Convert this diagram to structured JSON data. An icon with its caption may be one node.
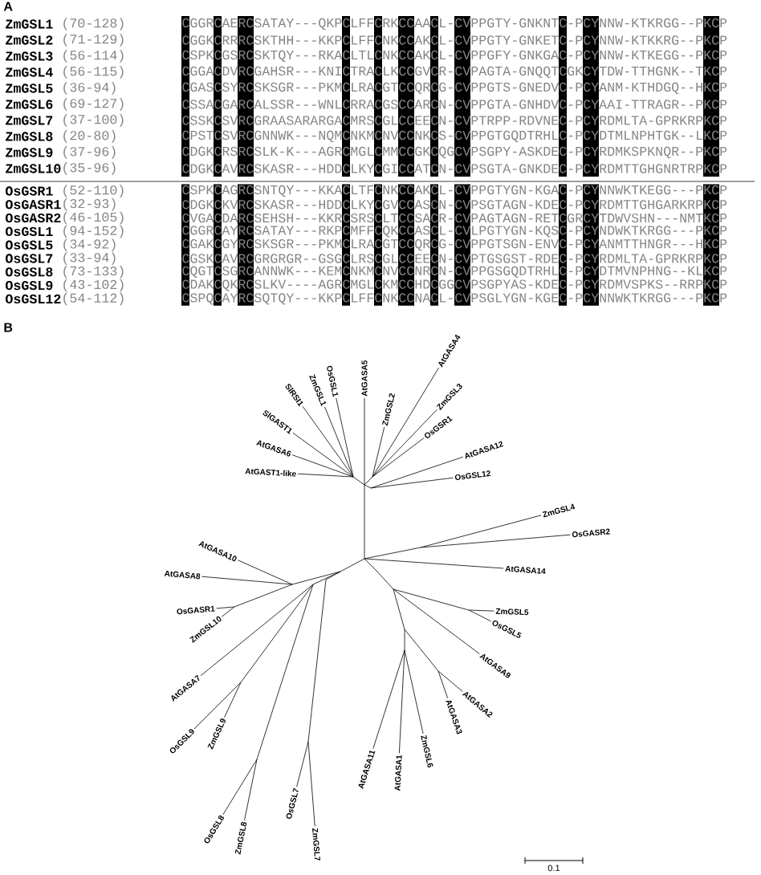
{
  "diagram": {
    "labels": [
      "A",
      "ZmGSL1",
      "(70-128)",
      "CGGRCAERCSATAY---QKPCLFFCRKCCAACL-CVPPGTY-GNKNTC-PCYNNW-KTKRGG--PKCP",
      "ZmGSL2",
      "(71-129)",
      "CGGKCRRRCSKTHH---KKPCLFFCNKCCAKCL-CVPPGTY-GNKETC-PCYNNW-KTKKRG--PKCP",
      "ZmGSL3",
      "(56-114)",
      "CSPKCGSRCSKTQY---RKACLTLCNKCCAKCL-CVPPGFY-GNKGAC-PCYNNW-KTKEGG--PKCP",
      "ZmGSL4",
      "(56-115)",
      "CGGACDVRCGAHSR---KNICTRACLKCCGVCR-CVPAGTA-GNQQTCGKCYTDW-TTHGNK--TKCP",
      "ZmGSL5",
      "(36-94)",
      "CGASCSYRCSKSGR---PKMCLRACGTCCQRCG-CVPPGTS-GNEDVC-PCYANM-KTHDGQ--HKCP",
      "ZmGSL6",
      "(69-127)",
      "CSSACGARCALSSR---WNLCRRACGSCCARCN-CVPPGTA-GNHDVC-PCYAAI-TTRAGR--PKCP",
      "ZmGSL7",
      "(37-100)",
      "CSSKCSVRCGRAASARARGACMRSCGLCCEECN-CVPTRPP-RDVNEC-PCYRDMLTA-GPRKRPKCP",
      "ZmGSL8",
      "(20-80)",
      "CPSTCSVRCGNNWK---NQMCNKMCNVCCNKCS-CVPPGTGQDTRHLC-PCYDTMLNPHTGK--LKCP",
      "ZmGSL9",
      "(37-96)",
      "CDGKCRSRCSLK-K---AGRCMGLCMMCCGKCQGCVPSGPY-ASKDEC-PCYRDMKSPKNQR--PKCP",
      "ZmGSL10",
      "(35-96)",
      "CDGKCAVRCSKASR---HDDCLKYCGICCATCN-CVPSGTA-GNKDEC-PCYRDMTTGHGNRTRPKCP",
      "OsGSR1",
      "(52-110)",
      "CSPKCAGRCSNTQY---KKACLTFCNKCCAKCL-CVPPGTYGN-KGAC-PCYNNWKTKEGG---PKCP",
      "OsGASR1",
      "(32-93)",
      "CDGKCKVRCSKASR---HDDCLKYCGVCCASCN-CVPSGTAGN-KDEC-PCYRDMTTGHGARKRPKCP",
      "OsGASR2",
      "(46-105)",
      "CVGACDARCSEHSH---KKRCSRSCLTCCSACR-CVPAGTAGN-RETCGRCYTDWVSHN---NMTKCP",
      "OsGSL1",
      "(94-152)",
      "CGGRCAYRCSATAY---RKPCMFFCQKCCASCL-CVLPGTYGN-KQSC-PCYNDWKTKRGG---PKCP",
      "OsGSL5",
      "(34-92)",
      "CGAKCGYRCSKSGR---PKMCLRACGTCCQRCG-CVPPGTSGN-ENVC-PCYANMTTHNGR---HKCP",
      "OsGSL7",
      "(33-94)",
      "CGSKCAVRCGRGRGR--GSGCLRSCGLCCEECN-CVPTGSGST-RDEC-PCYRDMLTA-GPRKRPKCP",
      "OsGSL8",
      "(73-133)",
      "CQGTCSGRCANNWK---KEMCNKMCNVCCNRCN-CVPPGSGQDTRHLC-PCYDTMVNPHNG--KLKCP",
      "OsGSL9",
      "(43-102)",
      "CDAKCQKRCSLKV----AGRCMGLCKMCCHDCGGCVPSGPYAS-KDEC-PCYRDMVSPKS--RRPKCP",
      "OsGSL12",
      "(54-112)",
      "CSPQCAYRCSQTQY---KKPCLFFCNKCCNACL-CVPSGLYGN-KGEC-PCYNNWKTKRGG---PKCP",
      "B",
      "AtGAST1-like",
      "AtGASA6",
      "SlGAST1",
      "SlRSI1",
      "ZmGSL1",
      "OsGSL1",
      "AtGASA5",
      "ZmGSL2",
      "AtGASA4",
      "ZmGSL3",
      "OsGSR1",
      "AtGASA12",
      "OsGSL12",
      "ZmGSL4",
      "OsGASR2",
      "AtGASA14",
      "AtGASA10",
      "AtGASA8",
      "OsGASR1",
      "ZmGSL10",
      "AtGASA7",
      "OsGSL9",
      "ZmGSL9",
      "OsGSL8",
      "ZmGSL8",
      "OsGSL7",
      "ZmGSL7",
      "AtGASA11",
      "AtGASA1",
      "ZmGSL6",
      "AtGASA3",
      "AtGASA2",
      "AtGASA9",
      "OsGSL5",
      "ZmGSL5",
      "0.1"
    ]
  }
}
